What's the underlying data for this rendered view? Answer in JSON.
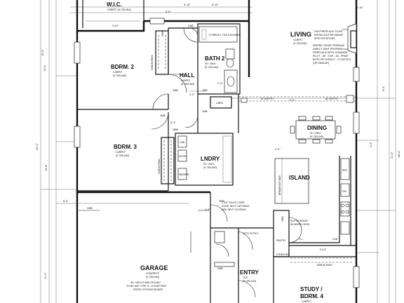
{
  "rooms": {
    "wic": {
      "name": "W.I.C.",
      "sub": "CARPET (9' CEILING)"
    },
    "bdrm2": {
      "name": "BDRM. 2",
      "sub1": "CARPET",
      "sub2": "(9' CEILING)"
    },
    "bath2": {
      "name": "BATH 2",
      "sub1": "SH. VINYL",
      "sub2": "(9' CEILING)"
    },
    "hall": {
      "name": "HALL",
      "sub1": "CARPET",
      "sub2": "(9' CEILING)"
    },
    "living": {
      "name": "LIVING",
      "sub1": "CARPET",
      "sub2": "(9' CEILING)"
    },
    "bdrm3": {
      "name": "BDRM. 3",
      "sub1": "CARPET",
      "sub2": "(9' CEILING)"
    },
    "lndry": {
      "name": "LNDRY",
      "sub1": "SH. VINYL",
      "sub2": "(9' CEILING)"
    },
    "dining": {
      "name": "DINING",
      "sub1": "SH. VINYL",
      "sub2": "(9' CEILING)"
    },
    "garage": {
      "name": "GARAGE",
      "sub1": "CONCRETE",
      "sub2": "(9' CEILING)"
    },
    "entry": {
      "name": "ENTRY",
      "sub1": "TILE",
      "sub2": "(9' CEILING)"
    },
    "study": {
      "name1": "STUDY /",
      "name2": "BDRM. 4",
      "sub": "CARPET"
    }
  },
  "fixtures": {
    "island": "ISLAND",
    "pantry": "PANTRY",
    "linen": "LINEN",
    "breakfast_bar": "BREAKFAST BAR",
    "tub": "5' FBRGLS. TUB & SHOWER",
    "shelves": "5 SHELVES",
    "sr": "S & R",
    "cab": "CAB.",
    "ol": "O.L.",
    "dw": "DW",
    "ref": "REF.",
    "washer": "WASHER",
    "dryer": "DRYER"
  },
  "notes": {
    "fireplace": [
      "GAS FIREPLACE TO BE",
      "INSTALLED PER MANUF.",
      "SPECIFICATIONS"
    ],
    "fireplace_spec": [
      "EMPIRE TAHOE PREMIUM",
      "DIRECT VENT PROPANE",
      "FIREPLACE WITH STANDING",
      "PILOT - 36\" - DVP - 36 - FP30P",
      "BOTE EFFICIENCY - 27,000 BTU",
      "(OR SIMILAR)"
    ],
    "door_note": [
      "1 3/4\" SOLID CORE",
      "DOOR SELF LATCHING",
      "AND SELF CLOSING"
    ],
    "garage_walls": [
      "ALL WALLS AND CEILING",
      "TO BE 5/8\" TYPE 'X' 1-HOUR FIRE",
      "RATED GYPSUM BOARD"
    ],
    "soffit1": "(8' SOFFIT)",
    "soffit2": "(8' SOFFIT)",
    "cutout": "3070 CUTOUT",
    "bypass": "5068 BI-PASS",
    "slip": [
      "SLIP-IN RANGE",
      "W/ MICRO HOOD"
    ]
  },
  "dims": {
    "d1": "5'-10\"",
    "d2": "5'-6\"",
    "d3": "5'-10\"",
    "d4": "9'-10\"",
    "d5": "13'-0\"",
    "d6": "12'-0\"",
    "d7": "19'-6\"",
    "d8": "40'-0\"",
    "d9": "66'-0\"",
    "d10": "21'-0\"",
    "d11": "5'-4\"",
    "d12": "4'-0\"",
    "d13": "11'-4\"",
    "d14": "6'-0\"",
    "d15": "5'-0\"",
    "d16": "2'-4\"",
    "d17": "8'-0\"",
    "d18": "3'-0\"",
    "d19": "1'-6\"",
    "d20": "2'-6\"",
    "door1": "2668",
    "door2": "2668",
    "door3": "2868",
    "door4": "2668",
    "door5": "3068",
    "door6": "2868",
    "door7": "2868",
    "door8": "3068",
    "door9": "2468",
    "door10": "2668",
    "door11": "2668",
    "bifold1": "5068 BI-PASS",
    "bifold2": "5068 BI-FOLD"
  }
}
